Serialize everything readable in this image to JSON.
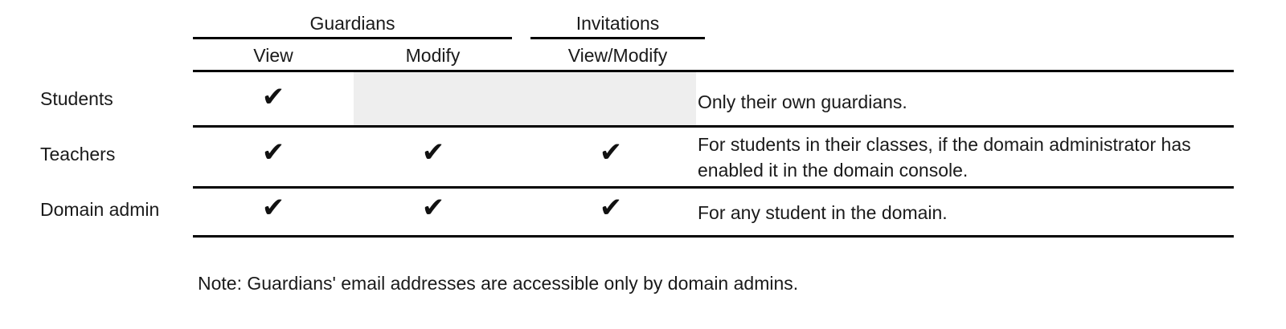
{
  "table": {
    "column_groups": [
      {
        "label": "Guardians"
      },
      {
        "label": "Invitations"
      }
    ],
    "sub_headers": [
      {
        "label": "View"
      },
      {
        "label": "Modify"
      },
      {
        "label": "View/Modify"
      }
    ],
    "check_glyph": "✔",
    "rows": [
      {
        "label": "Students",
        "guardians_view": "✔",
        "guardians_modify": "",
        "invitations_view_modify": "",
        "description": "Only their own guardians."
      },
      {
        "label": "Teachers",
        "guardians_view": "✔",
        "guardians_modify": "✔",
        "invitations_view_modify": "✔",
        "description": "For students in their classes, if the domain administrator has enabled it in the domain console."
      },
      {
        "label": "Domain admin",
        "guardians_view": "✔",
        "guardians_modify": "✔",
        "invitations_view_modify": "✔",
        "description": "For any student in the domain."
      }
    ],
    "note": "Note: Guardians' email addresses are accessible only by domain admins.",
    "colors": {
      "rule": "#000000",
      "shaded_cell": "#eeeeee",
      "text": "#1a1a1a",
      "background": "#ffffff"
    }
  }
}
